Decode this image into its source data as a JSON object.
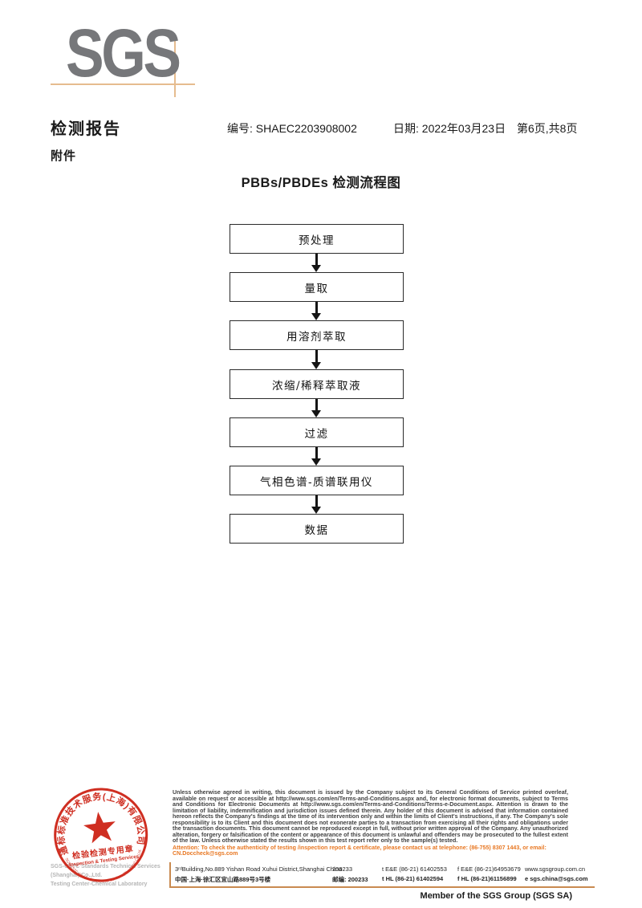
{
  "header": {
    "logo": "SGS",
    "title": "检测报告",
    "report_no": "编号: SHAEC2203908002",
    "date": "日期: 2022年03月23日",
    "page_info": "第6页,共8页",
    "attachment_label": "附件"
  },
  "flowchart": {
    "title": "PBBs/PBDEs 检测流程图",
    "steps": [
      "预处理",
      "量取",
      "用溶剂萃取",
      "浓缩/稀释萃取液",
      "过滤",
      "气相色谱-质谱联用仪",
      "数据"
    ]
  },
  "stamp": {
    "ring_text_top": "通标标准技术服务(上海)有限公司",
    "ring_text_bottom": "SGS-CSTC Standards Technical Services (Shanghai) Co.,Ltd.",
    "center_line1": "检验检测专用章",
    "center_line2": "Inspection & Testing Services",
    "color": "#cf2e21"
  },
  "company": {
    "line1": "SGS-CSTC Standards Technical Services (Shanghai) Co.,Ltd.",
    "line2": "Testing Center-Chemical Laboratory"
  },
  "footer": {
    "legal": "Unless otherwise agreed in writing, this document is issued by the Company subject to its General Conditions of Service printed overleaf, available on request or accessible at http://www.sgs.com/en/Terms-and-Conditions.aspx and, for electronic format documents, subject to Terms and Conditions for Electronic Documents at http://www.sgs.com/en/Terms-and-Conditions/Terms-e-Document.aspx. Attention is drawn to the limitation of liability, indemnification and jurisdiction issues defined therein. Any holder of this document is advised that information contained hereon reflects the Company's findings at the time of its intervention only and within the limits of Client's instructions, if any. The Company's sole responsibility is to its Client and this document does not exonerate parties to a transaction from exercising all their rights and obligations under the transaction documents. This document cannot be reproduced except in full, without prior written approval of the Company. Any unauthorized alteration, forgery or falsification of the content or appearance of this document is unlawful and offenders may be prosecuted to the fullest extent of the law. Unless otherwise stated the results shown in this test report refer only to the sample(s) tested.",
    "attention": "Attention: To check the authenticity of testing /inspection report & certificate, please contact us at telephone: (86-755) 8307 1443, or email: CN.Doccheck@sgs.com",
    "address_en": "3ʳᵈBuilding,No.889 Yishan Road Xuhui District,Shanghai China",
    "postal_en": "200233",
    "tel_en": "t E&E (86-21) 61402553",
    "fax_en": "f E&E (86-21)64953679",
    "web": "www.sgsgroup.com.cn",
    "address_cn": "中国·上海·徐汇区宜山路889号3号楼",
    "postal_cn": "邮编: 200233",
    "tel_cn": "t HL (86-21) 61402594",
    "fax_cn": "f HL (86-21)61156899",
    "email": "e sgs.china@sgs.com",
    "member": "Member of the SGS Group (SGS SA)"
  },
  "colors": {
    "logo_gray": "#76777A",
    "crosshair_tan": "#E6BC8F",
    "footer_line_tan": "#C98A50",
    "attention_orange": "#E87722",
    "stamp_red": "#CF2E21"
  }
}
